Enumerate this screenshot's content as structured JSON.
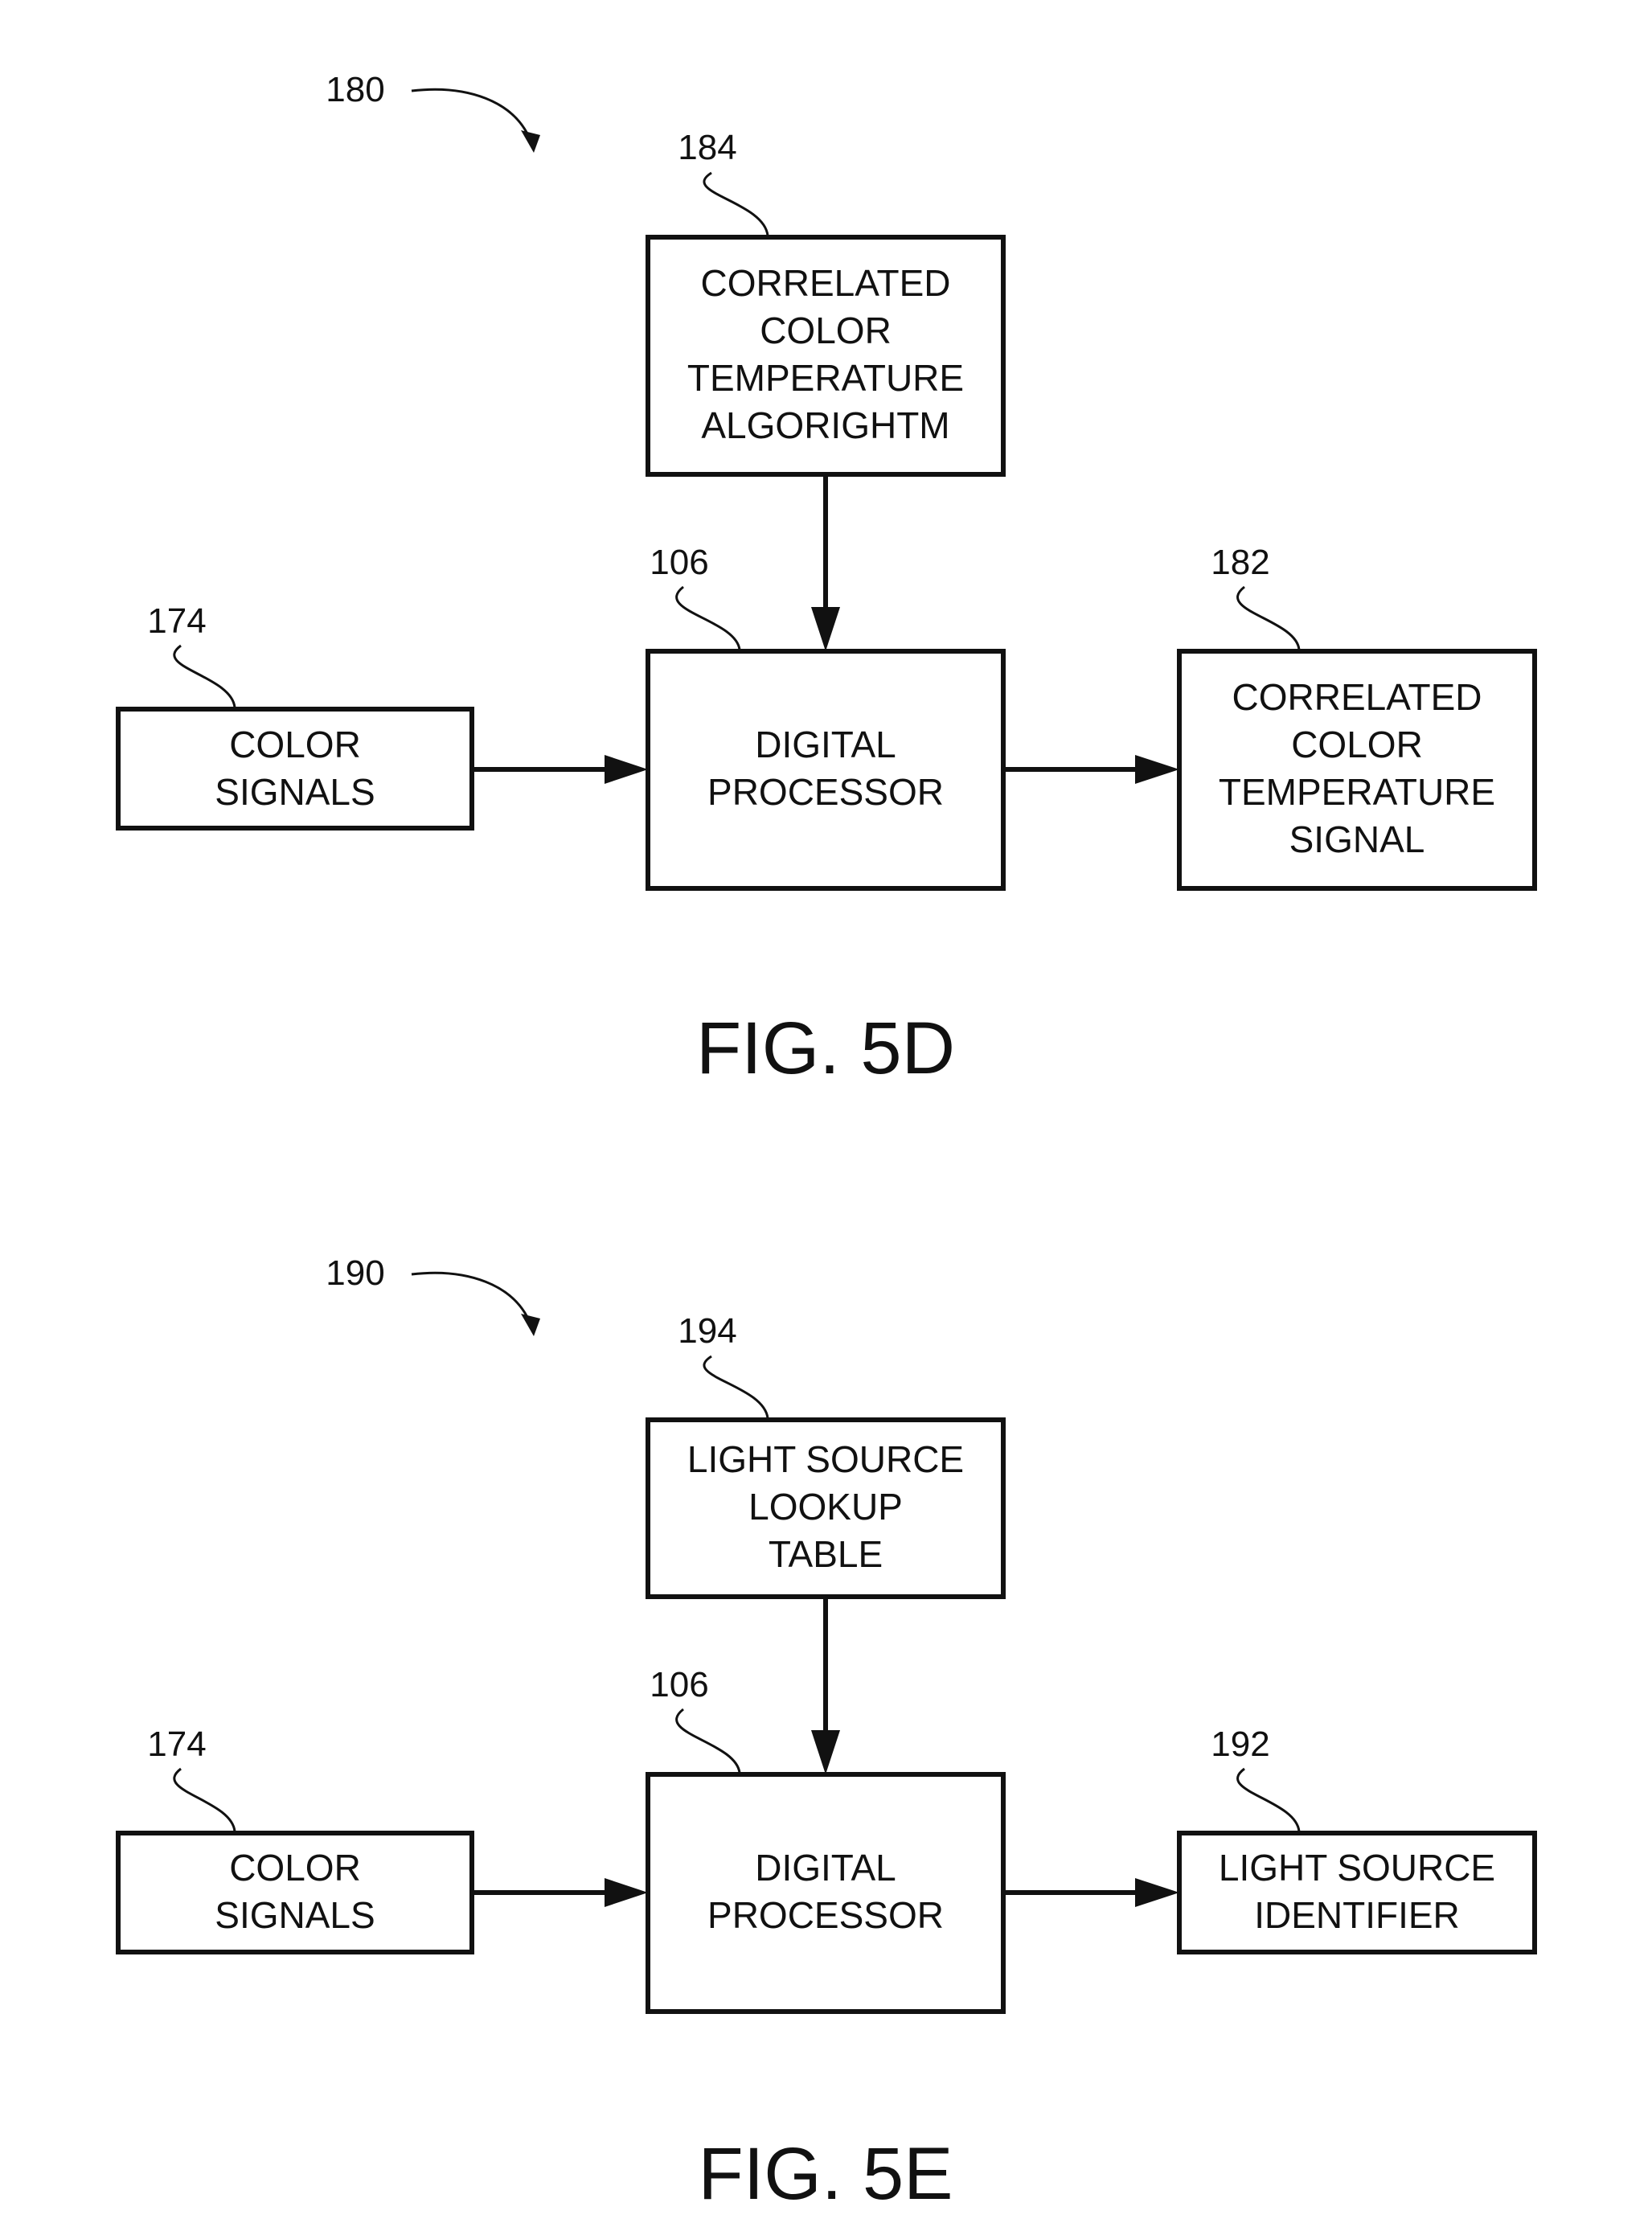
{
  "figures": [
    {
      "id": "5d",
      "caption": "FIG. 5D",
      "ref": "180",
      "top_box": {
        "ref": "184",
        "lines": [
          "CORRELATED",
          "COLOR",
          "TEMPERATURE",
          "ALGORIGHTM"
        ]
      },
      "processor": {
        "ref": "106",
        "lines": [
          "DIGITAL",
          "PROCESSOR"
        ]
      },
      "input": {
        "ref": "174",
        "lines": [
          "COLOR",
          "SIGNALS"
        ]
      },
      "output": {
        "ref": "182",
        "lines": [
          "CORRELATED",
          "COLOR",
          "TEMPERATURE",
          "SIGNAL"
        ]
      }
    },
    {
      "id": "5e",
      "caption": "FIG. 5E",
      "ref": "190",
      "top_box": {
        "ref": "194",
        "lines": [
          "LIGHT SOURCE",
          "LOOKUP",
          "TABLE"
        ]
      },
      "processor": {
        "ref": "106",
        "lines": [
          "DIGITAL",
          "PROCESSOR"
        ]
      },
      "input": {
        "ref": "174",
        "lines": [
          "COLOR",
          "SIGNALS"
        ]
      },
      "output": {
        "ref": "192",
        "lines": [
          "LIGHT SOURCE",
          "IDENTIFIER"
        ]
      }
    }
  ]
}
